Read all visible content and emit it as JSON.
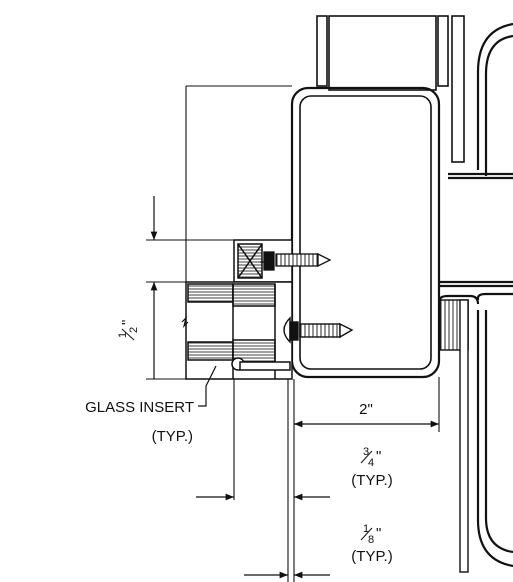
{
  "drawing": {
    "label_glass_insert": "GLASS INSERT",
    "label_glass_insert_typ": "(TYP.)",
    "dim_width": "2\"",
    "dim_three_quarter_num": "3",
    "dim_three_quarter_den": "4",
    "dim_three_quarter_unit": "\"",
    "dim_three_quarter_typ": "(TYP.)",
    "dim_one_eighth_num": "1",
    "dim_one_eighth_den": "8",
    "dim_one_eighth_unit": "\"",
    "dim_one_eighth_typ": "(TYP.)",
    "dim_half_num": "1",
    "dim_half_den": "2",
    "dim_half_unit": "\""
  }
}
